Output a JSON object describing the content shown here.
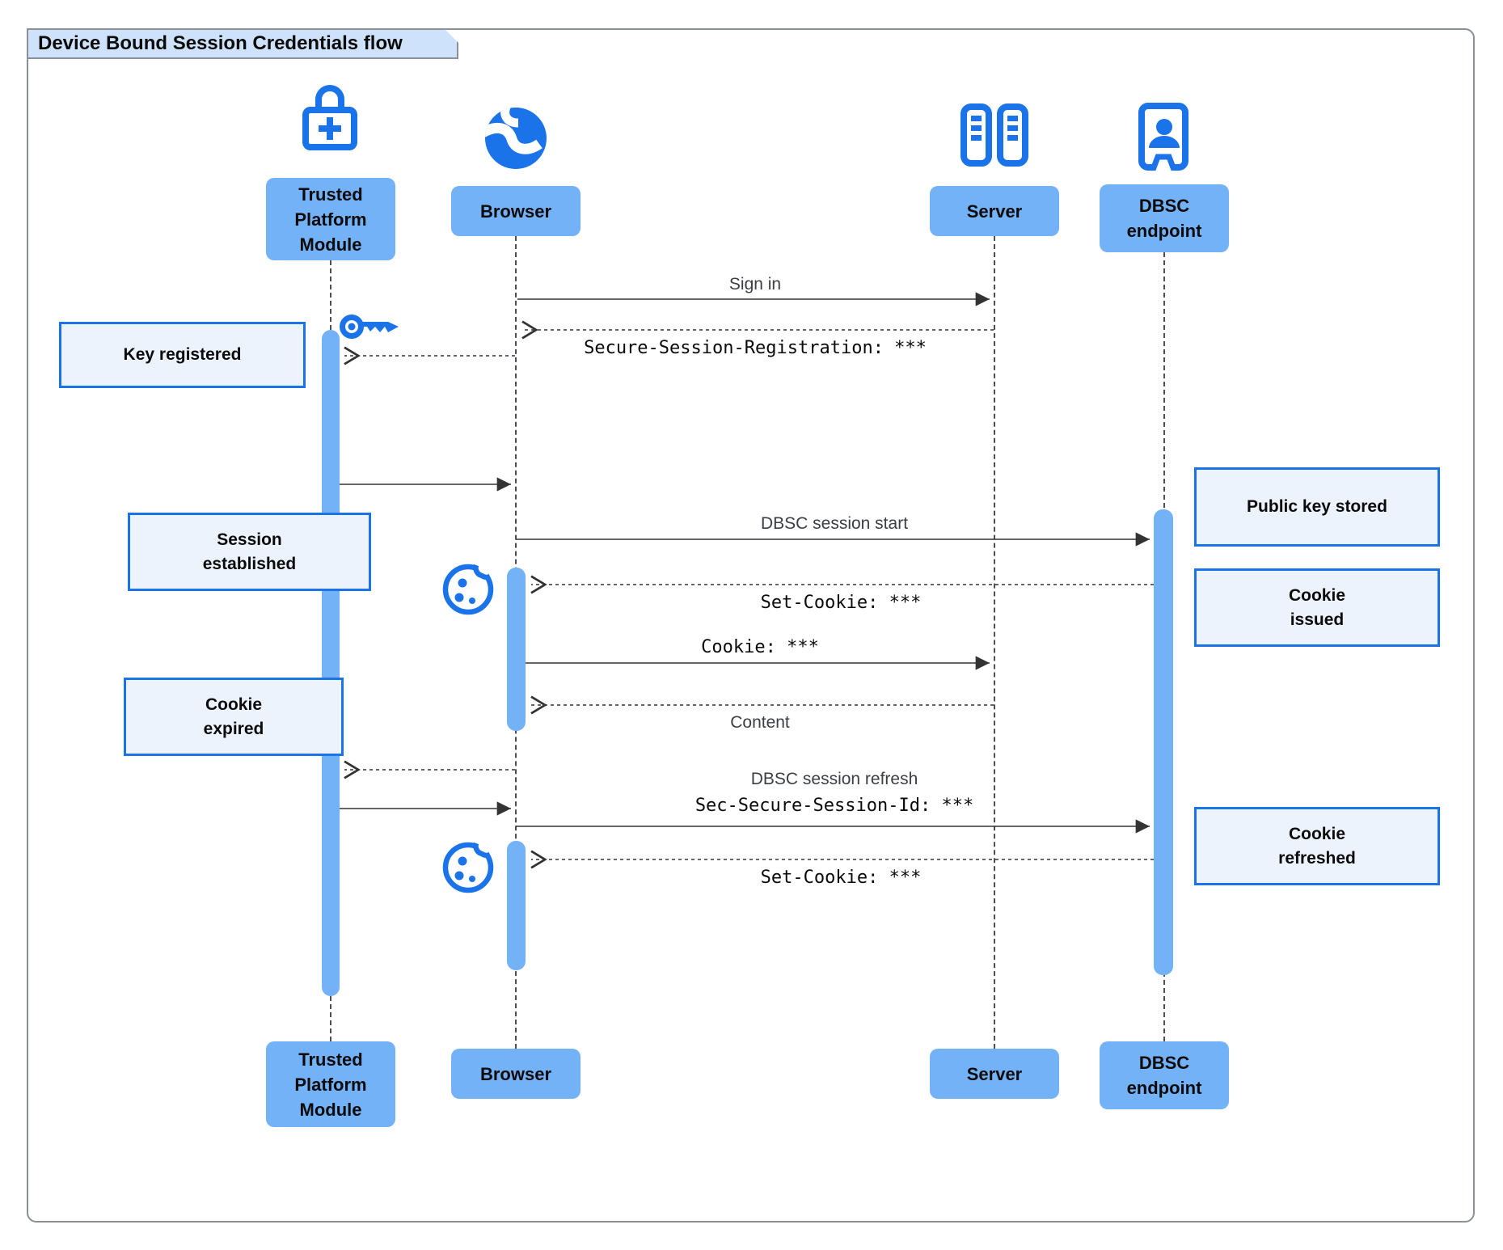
{
  "title": "Device Bound Session Credentials flow",
  "actors": {
    "tpm": {
      "label": "Trusted\nPlatform\nModule",
      "icon": "lock-plus-icon"
    },
    "browser": {
      "label": "Browser",
      "icon": "globe-icon"
    },
    "server": {
      "label": "Server",
      "icon": "server-rack-icon"
    },
    "dbsc": {
      "label": "DBSC\nendpoint",
      "icon": "person-badge-icon"
    }
  },
  "messages": {
    "sign_in": {
      "text": "Sign in",
      "from": "Browser",
      "to": "Server",
      "line": "solid"
    },
    "session_registration": {
      "text": "Secure-Session-Registration: ***",
      "from": "Server",
      "to": "Browser",
      "line": "dashed"
    },
    "key_request_to_tpm": {
      "text": "",
      "from": "Browser",
      "to": "Trusted Platform Module",
      "line": "dashed"
    },
    "key_return_to_browser": {
      "text": "",
      "from": "Trusted Platform Module",
      "to": "Browser",
      "line": "solid"
    },
    "dbsc_session_start": {
      "text": "DBSC session start",
      "from": "Browser",
      "to": "DBSC endpoint",
      "line": "solid"
    },
    "set_cookie_1": {
      "text": "Set-Cookie: ***",
      "from": "DBSC endpoint",
      "to": "Browser",
      "line": "dashed"
    },
    "cookie": {
      "text": "Cookie: ***",
      "from": "Browser",
      "to": "Server",
      "line": "solid"
    },
    "content": {
      "text": "Content",
      "from": "Server",
      "to": "Browser",
      "line": "dashed"
    },
    "refresh_request_to_tpm": {
      "text": "",
      "from": "Browser",
      "to": "Trusted Platform Module",
      "line": "dashed"
    },
    "proof_return_to_browser": {
      "text": "",
      "from": "Trusted Platform Module",
      "to": "Browser",
      "line": "solid"
    },
    "dbsc_session_refresh": {
      "text": "DBSC session refresh",
      "text2": "Sec-Secure-Session-Id: ***",
      "from": "Browser",
      "to": "DBSC endpoint",
      "line": "solid"
    },
    "set_cookie_2": {
      "text": "Set-Cookie: ***",
      "from": "DBSC endpoint",
      "to": "Browser",
      "line": "dashed"
    }
  },
  "notes": {
    "key_registered": "Key registered",
    "session_established": "Session\nestablished",
    "cookie_expired": "Cookie\nexpired",
    "public_key_stored": "Public key stored",
    "cookie_issued": "Cookie\nissued",
    "cookie_refreshed": "Cookie\nrefreshed"
  },
  "colors": {
    "accent": "#1a73e8",
    "actor_fill": "#74b2f8",
    "note_fill": "#edf3fd",
    "note_border": "#1a73e8",
    "title_fill": "#cfe2fb",
    "arrow_line": "#333333"
  }
}
